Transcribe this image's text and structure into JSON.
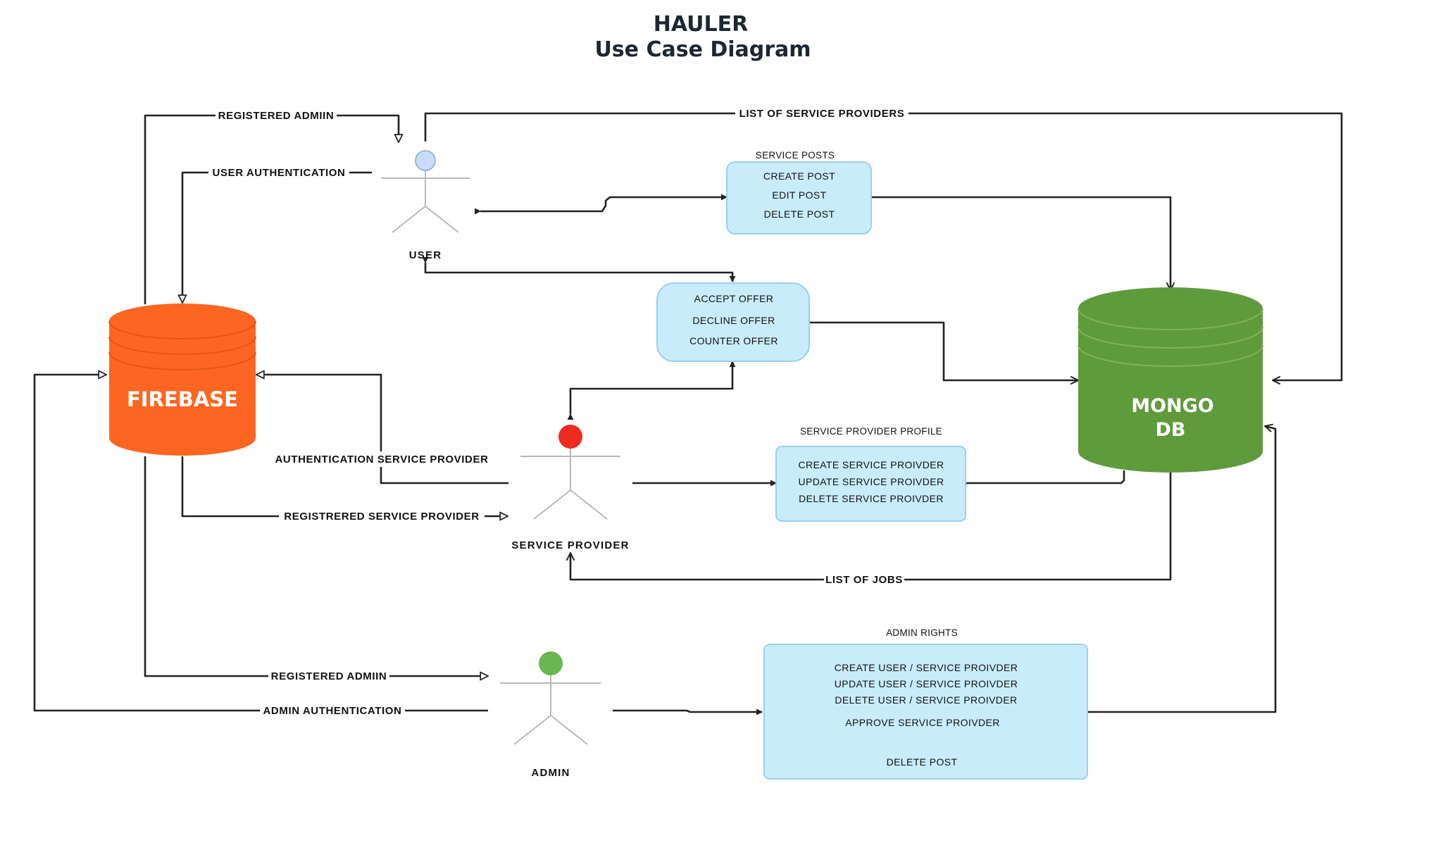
{
  "diagram": {
    "title": "HAULER",
    "subtitle": "Use Case Diagram"
  },
  "databases": {
    "firebase": {
      "label": "FIREBASE",
      "color": "#fc6621",
      "band": "#e85a16"
    },
    "mongodb": {
      "label_line1": "MONGO",
      "label_line2": "DB",
      "color": "#5f9a3b",
      "band": "#7bb35a"
    }
  },
  "actors": {
    "user": {
      "label": "USER",
      "head_color": "#c9dcf7"
    },
    "service_provider": {
      "label": "SERVICE PROVIDER",
      "head_color": "#ee2b1f"
    },
    "admin": {
      "label": "ADMIN",
      "head_color": "#6bb652"
    }
  },
  "use_cases": {
    "service_posts": {
      "title": "SERVICE POSTS",
      "items": [
        "CREATE POST",
        "EDIT POST",
        "DELETE POST"
      ]
    },
    "offers": {
      "items": [
        "ACCEPT OFFER",
        "DECLINE OFFER",
        "COUNTER OFFER"
      ]
    },
    "service_provider_profile": {
      "title": "SERVICE PROVIDER PROFILE",
      "items": [
        "CREATE SERVICE PROIVDER",
        "UPDATE SERVICE PROIVDER",
        "DELETE SERVICE PROIVDER"
      ]
    },
    "admin_rights": {
      "title": "ADMIN RIGHTS",
      "items": [
        "CREATE USER / SERVICE PROIVDER",
        "UPDATE USER / SERVICE PROIVDER",
        "DELETE USER / SERVICE PROIVDER",
        "APPROVE SERVICE PROIVDER",
        "DELETE POST"
      ]
    }
  },
  "edge_labels": {
    "registered_admin_user": "REGISTERED ADMIIN",
    "user_authentication": "USER AUTHENTICATION",
    "list_of_service_providers": "LIST OF SERVICE PROVIDERS",
    "authentication_service_provider": "AUTHENTICATION SERVICE PROVIDER",
    "registered_service_provider": "REGISTRERED SERVICE PROVIDER",
    "list_of_jobs": "LIST OF JOBS",
    "registered_admin_admin": "REGISTERED ADMIIN",
    "admin_authentication": "ADMIN AUTHENTICATION"
  }
}
